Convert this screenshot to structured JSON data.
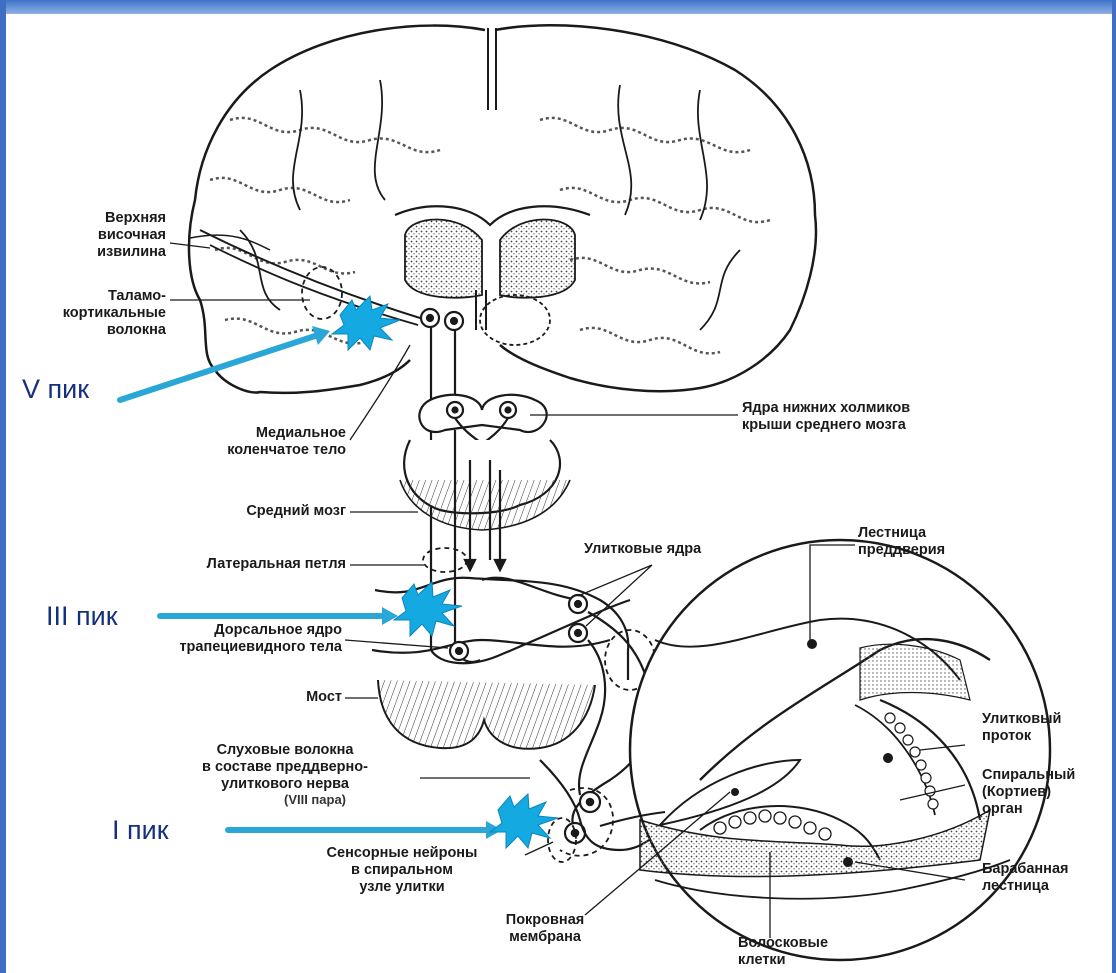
{
  "labels": {
    "superior_temporal_gyrus": "Верхняя височная извилина",
    "thalamocortical_fibers": "Таламо-кортикальные волокна",
    "medial_geniculate": "Медиальное коленчатое тело",
    "inferior_colliculi": "Ядра нижних холмиков крыши среднего мозга",
    "midbrain": "Средний мозг",
    "lateral_lemniscus": "Латеральная петля",
    "cochlear_nuclei": "Улитковые ядра",
    "dorsal_trapezoid_nucleus": "Дорсальное ядро трапециевидного тела",
    "pons": "Мост",
    "auditory_fibers": "Слуховые волокна в составе преддверно-улиткового нерва",
    "auditory_fibers_note": "(VIII пара)",
    "sensory_neurons": "Сенсорные нейроны в спиральном узле улитки",
    "tectorial_membrane": "Покровная мембрана",
    "hair_cells": "Волосковые клетки",
    "scala_vestibuli": "Лестница преддверия",
    "cochlear_duct": "Улитковый проток",
    "organ_of_corti": "Спиральный (Кортиев) орган",
    "scala_tympani": "Барабанная лестница"
  },
  "label_lines": {
    "superior_temporal_gyrus": [
      "Верхняя",
      "височная",
      "извилина"
    ],
    "thalamocortical_fibers": [
      "Таламо-",
      "кортикальные",
      "волокна"
    ],
    "medial_geniculate": [
      "Медиальное",
      "коленчатое тело"
    ],
    "inferior_colliculi": [
      "Ядра нижних холмиков",
      "крыши среднего мозга"
    ],
    "dorsal_trapezoid_nucleus": [
      "Дорсальное ядро",
      "трапециевидного тела"
    ],
    "auditory_fibers": [
      "Слуховые волокна",
      "в составе преддверно-",
      "улиткового нерва"
    ],
    "sensory_neurons": [
      "Сенсорные нейроны",
      "в спиральном",
      "узле улитки"
    ],
    "tectorial_membrane": [
      "Покровная",
      "мембрана"
    ],
    "hair_cells": [
      "Волосковые",
      "клетки"
    ],
    "scala_vestibuli": [
      "Лестница",
      "преддверия"
    ],
    "cochlear_duct": [
      "Улитковый",
      "проток"
    ],
    "organ_of_corti": [
      "Спиральный",
      "(Кортиев)",
      "орган"
    ],
    "scala_tympani": [
      "Барабанная",
      "лестница"
    ]
  },
  "peaks": {
    "v": "V пик",
    "iii": "III пик",
    "i": "I пик"
  },
  "colors": {
    "peak_text": "#16307e",
    "arrow": "#2aa7d6",
    "burst": "#14a9e0",
    "frame": "#3e6fc4",
    "ink": "#1a1a1a"
  }
}
